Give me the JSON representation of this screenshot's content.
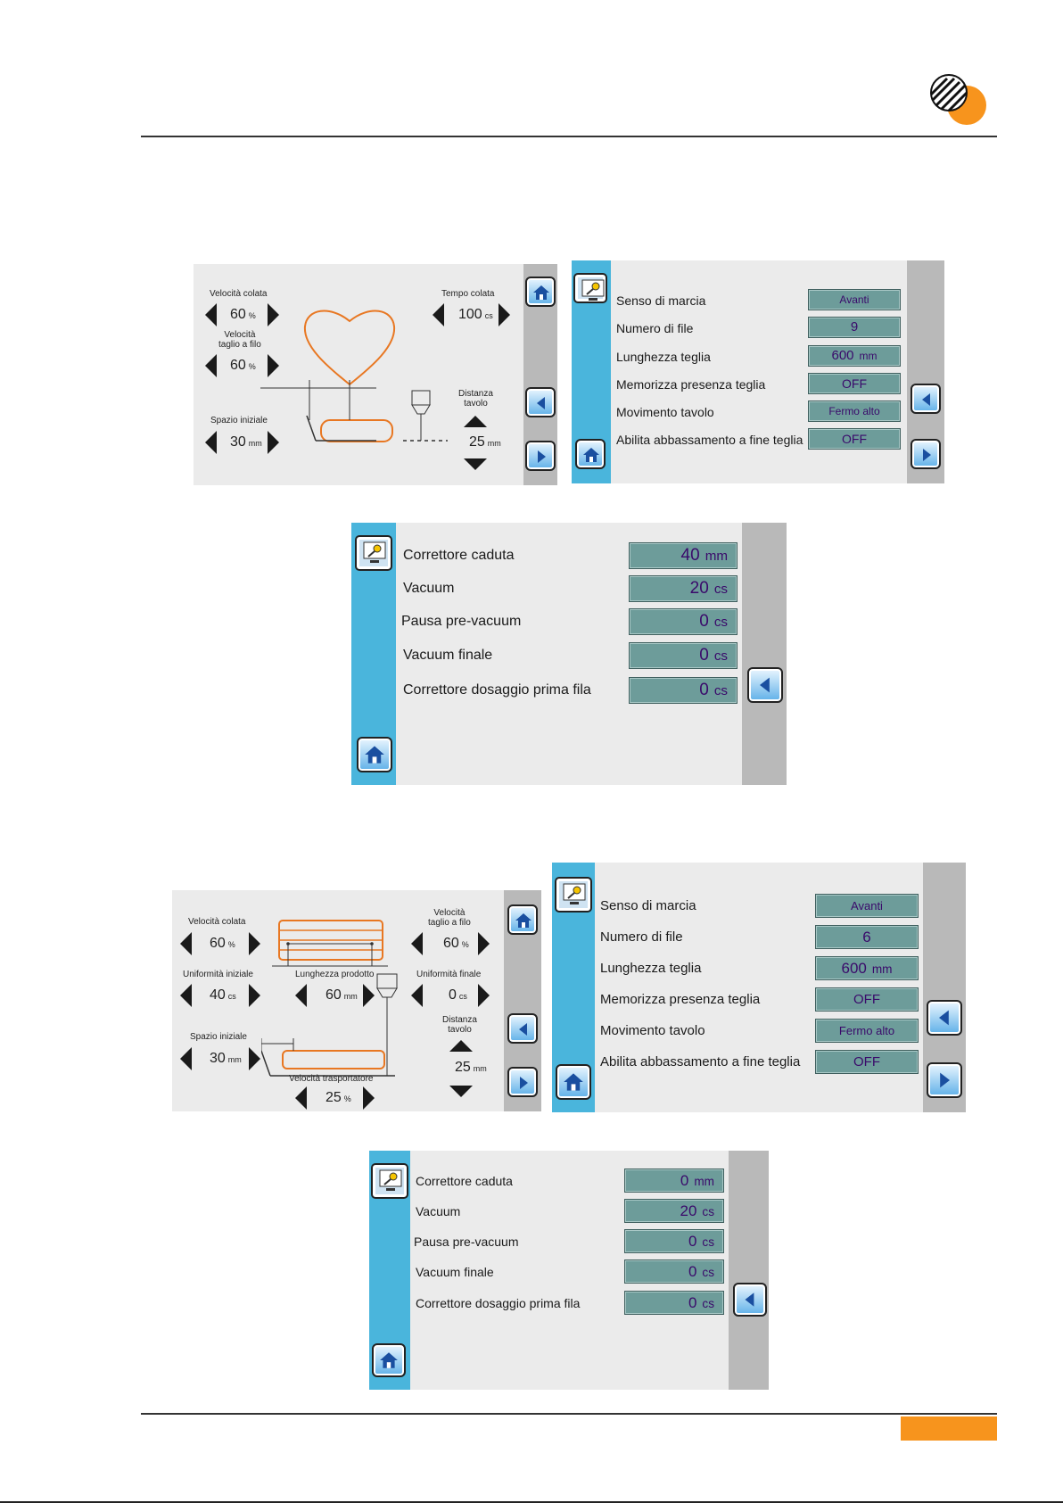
{
  "colors": {
    "accent": "#4ab5dc",
    "value_field": "#6d9c9a",
    "value_text": "#3a0a6b",
    "diagram": "#e87722",
    "page_badge": "#f7941d"
  },
  "icons": {
    "home": "home-icon",
    "prev": "arrow-left-icon",
    "next": "arrow-right-icon",
    "key": "key-monitor-icon",
    "logo": "company-logo-icon"
  },
  "screen1": {
    "velocita_colata_label": "Velocità colata",
    "velocita_colata_value": "60",
    "velocita_colata_unit": "%",
    "velocita_taglio_label1": "Velocità",
    "velocita_taglio_label2": "taglio a filo",
    "velocita_taglio_value": "60",
    "velocita_taglio_unit": "%",
    "tempo_colata_label": "Tempo colata",
    "tempo_colata_value": "100",
    "tempo_colata_unit": "cs",
    "spazio_iniziale_label": "Spazio iniziale",
    "spazio_iniziale_value": "30",
    "spazio_iniziale_unit": "mm",
    "distanza_label1": "Distanza",
    "distanza_label2": "tavolo",
    "distanza_value": "25",
    "distanza_unit": "mm"
  },
  "screen2": {
    "rows": [
      {
        "label": "Senso di marcia",
        "value": "Avanti",
        "unit": ""
      },
      {
        "label": "Numero di file",
        "value": "9",
        "unit": ""
      },
      {
        "label": "Lunghezza teglia",
        "value": "600",
        "unit": "mm"
      },
      {
        "label": "Memorizza presenza teglia",
        "value": "OFF",
        "unit": ""
      },
      {
        "label": "Movimento tavolo",
        "value": "Fermo alto",
        "unit": ""
      },
      {
        "label": "Abilita abbassamento a fine teglia",
        "value": "OFF",
        "unit": ""
      }
    ]
  },
  "screen3": {
    "rows": [
      {
        "label": "Correttore caduta",
        "value": "40",
        "unit": "mm"
      },
      {
        "label": "Vacuum",
        "value": "20",
        "unit": "cs"
      },
      {
        "label": "Pausa pre-vacuum",
        "value": "0",
        "unit": "cs"
      },
      {
        "label": "Vacuum finale",
        "value": "0",
        "unit": "cs"
      },
      {
        "label": "Correttore dosaggio prima fila",
        "value": "0",
        "unit": "cs"
      }
    ]
  },
  "screen4": {
    "velocita_colata_label": "Velocità colata",
    "velocita_colata_value": "60",
    "velocita_colata_unit": "%",
    "velocita_taglio_label1": "Velocità",
    "velocita_taglio_label2": "taglio a filo",
    "velocita_taglio_value": "60",
    "velocita_taglio_unit": "%",
    "uniformita_iniziale_label": "Uniformità iniziale",
    "uniformita_iniziale_value": "40",
    "uniformita_iniziale_unit": "cs",
    "lunghezza_prodotto_label": "Lunghezza prodotto",
    "lunghezza_prodotto_value": "60",
    "lunghezza_prodotto_unit": "mm",
    "uniformita_finale_label": "Uniformità finale",
    "uniformita_finale_value": "0",
    "uniformita_finale_unit": "cs",
    "spazio_iniziale_label": "Spazio iniziale",
    "spazio_iniziale_value": "30",
    "spazio_iniziale_unit": "mm",
    "distanza_label1": "Distanza",
    "distanza_label2": "tavolo",
    "distanza_value": "25",
    "distanza_unit": "mm",
    "velocita_trasp_label": "Velocità trasportatore",
    "velocita_trasp_value": "25",
    "velocita_trasp_unit": "%"
  },
  "screen5": {
    "rows": [
      {
        "label": "Senso di marcia",
        "value": "Avanti",
        "unit": ""
      },
      {
        "label": "Numero di file",
        "value": "6",
        "unit": ""
      },
      {
        "label": "Lunghezza teglia",
        "value": "600",
        "unit": "mm"
      },
      {
        "label": "Memorizza presenza teglia",
        "value": "OFF",
        "unit": ""
      },
      {
        "label": "Movimento tavolo",
        "value": "Fermo alto",
        "unit": ""
      },
      {
        "label": "Abilita abbassamento a fine teglia",
        "value": "OFF",
        "unit": ""
      }
    ]
  },
  "screen6": {
    "rows": [
      {
        "label": "Correttore caduta",
        "value": "0",
        "unit": "mm"
      },
      {
        "label": "Vacuum",
        "value": "20",
        "unit": "cs"
      },
      {
        "label": "Pausa pre-vacuum",
        "value": "0",
        "unit": "cs"
      },
      {
        "label": "Vacuum finale",
        "value": "0",
        "unit": "cs"
      },
      {
        "label": "Correttore dosaggio prima fila",
        "value": "0",
        "unit": "cs"
      }
    ]
  }
}
